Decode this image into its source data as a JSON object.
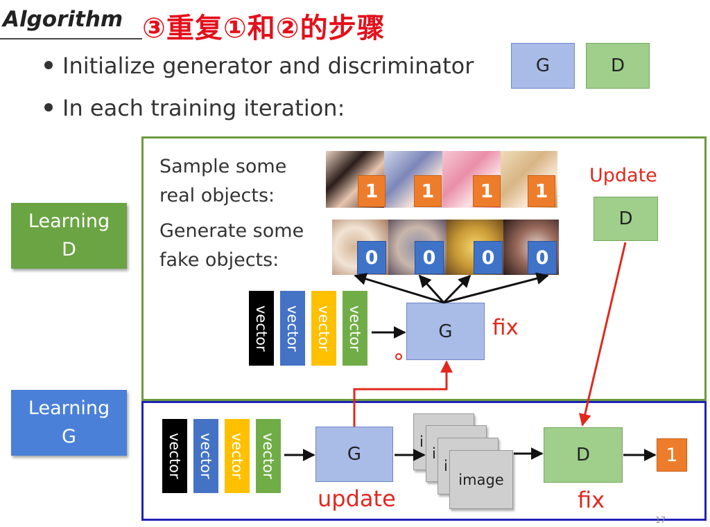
{
  "slide": {
    "title": "Algorithm",
    "handwritten_note": "③重复①和②的步骤",
    "page_number": "17"
  },
  "bullets": [
    "Initialize generator and discriminator",
    "In each training iteration:"
  ],
  "legend": {
    "g": "G",
    "d": "D"
  },
  "sides": {
    "learning_d": [
      "Learning",
      "D"
    ],
    "learning_g": [
      "Learning",
      "G"
    ]
  },
  "learning_d": {
    "sample_label": [
      "Sample some",
      "real objects:"
    ],
    "generate_label": [
      "Generate some",
      "fake objects:"
    ],
    "real_badges": [
      "1",
      "1",
      "1",
      "1"
    ],
    "fake_badges": [
      "0",
      "0",
      "0",
      "0"
    ],
    "vectors": [
      "vector",
      "vector",
      "vector",
      "vector"
    ],
    "generator": "G",
    "generator_state": "fix",
    "update_label": "Update",
    "discriminator": "D"
  },
  "learning_g": {
    "vectors": [
      "vector",
      "vector",
      "vector",
      "vector"
    ],
    "generator": "G",
    "generator_state": "update",
    "images": [
      "i",
      "i",
      "i",
      "image"
    ],
    "discriminator": "D",
    "discriminator_state": "fix",
    "output": "1"
  },
  "colors": {
    "generator": "#a9bbe7",
    "discriminator": "#9fcf8b",
    "learning_d": "#6aa443",
    "learning_g": "#4a80d8",
    "real_badge": "#ee7d2b",
    "fake_badge": "#3f73c8",
    "annotation": "#e0281e",
    "vector_colors": [
      "#000000",
      "#4472c4",
      "#ffc000",
      "#70ad47"
    ]
  }
}
